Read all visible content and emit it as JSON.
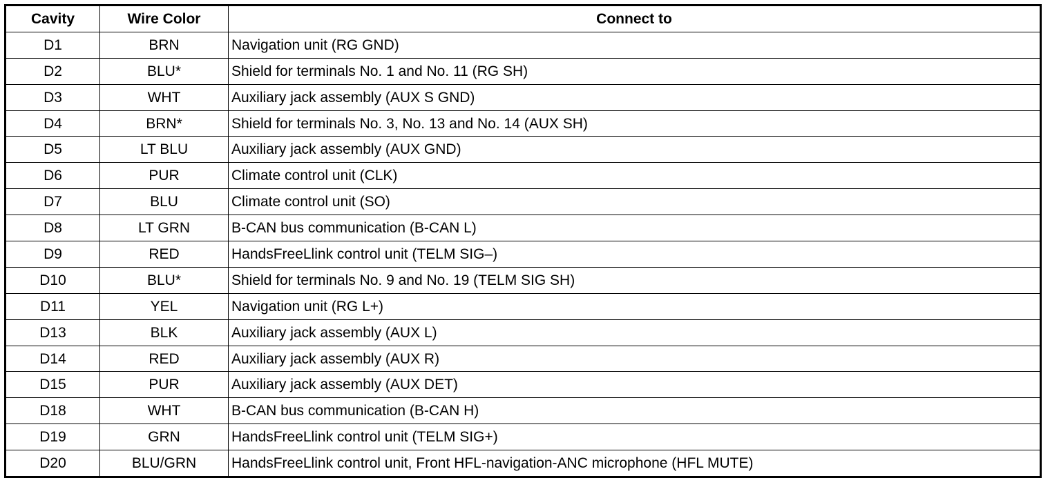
{
  "table": {
    "headers": {
      "cavity": "Cavity",
      "wire_color": "Wire Color",
      "connect_to": "Connect to"
    },
    "rows": [
      {
        "cavity": "D1",
        "wire": "BRN",
        "connect": "Navigation unit (RG GND)"
      },
      {
        "cavity": "D2",
        "wire": "BLU*",
        "connect": "Shield for terminals No. 1 and No. 11 (RG SH)"
      },
      {
        "cavity": "D3",
        "wire": "WHT",
        "connect": "Auxiliary jack assembly (AUX S GND)"
      },
      {
        "cavity": "D4",
        "wire": "BRN*",
        "connect": "Shield for terminals No. 3, No. 13 and No. 14 (AUX SH)"
      },
      {
        "cavity": "D5",
        "wire": "LT BLU",
        "connect": "Auxiliary jack assembly (AUX GND)"
      },
      {
        "cavity": "D6",
        "wire": "PUR",
        "connect": "Climate control unit (CLK)"
      },
      {
        "cavity": "D7",
        "wire": "BLU",
        "connect": "Climate control unit (SO)"
      },
      {
        "cavity": "D8",
        "wire": "LT GRN",
        "connect": "B-CAN bus communication (B-CAN L)"
      },
      {
        "cavity": "D9",
        "wire": "RED",
        "connect": "HandsFreeLlink control unit (TELM SIG–)"
      },
      {
        "cavity": "D10",
        "wire": "BLU*",
        "connect": "Shield for terminals No. 9 and No. 19 (TELM SIG SH)"
      },
      {
        "cavity": "D11",
        "wire": "YEL",
        "connect": "Navigation unit (RG L+)"
      },
      {
        "cavity": "D13",
        "wire": "BLK",
        "connect": "Auxiliary jack assembly (AUX L)"
      },
      {
        "cavity": "D14",
        "wire": "RED",
        "connect": "Auxiliary jack assembly (AUX R)"
      },
      {
        "cavity": "D15",
        "wire": "PUR",
        "connect": "Auxiliary jack assembly (AUX DET)"
      },
      {
        "cavity": "D18",
        "wire": "WHT",
        "connect": "B-CAN bus communication (B-CAN H)"
      },
      {
        "cavity": "D19",
        "wire": "GRN",
        "connect": "HandsFreeLlink control unit (TELM SIG+)"
      },
      {
        "cavity": "D20",
        "wire": "BLU/GRN",
        "connect": "HandsFreeLlink control unit, Front HFL-navigation-ANC microphone (HFL MUTE)"
      }
    ]
  }
}
